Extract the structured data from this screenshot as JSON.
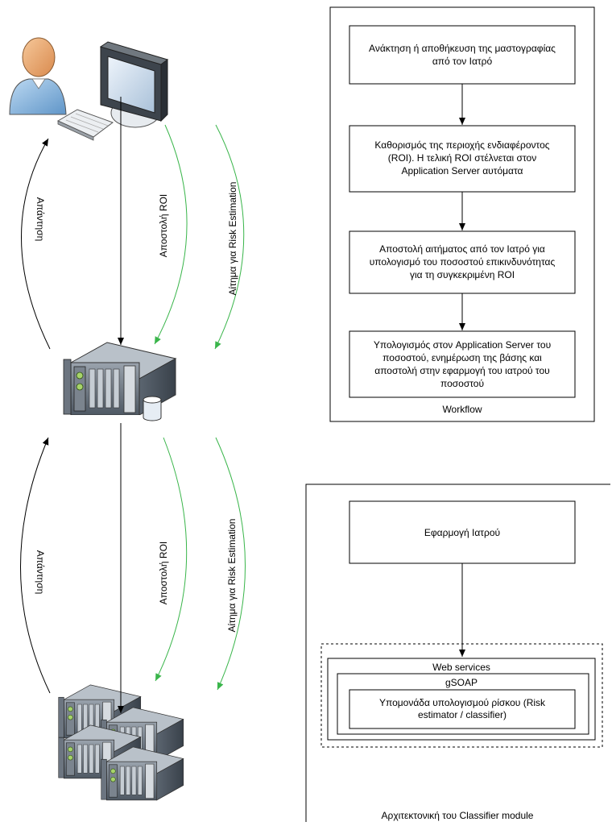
{
  "left_flow": {
    "top_arrows": {
      "response_label": "Απάντηση",
      "send_roi_label": "Αποστολή ROI",
      "risk_request_label": "Αίτημα για Risk Estimation"
    },
    "bottom_arrows": {
      "response_label": "Απάντηση",
      "send_roi_label": "Αποστολή ROI",
      "risk_request_label": "Αίτημα για Risk Estimation"
    },
    "colors": {
      "request": "#39b54a",
      "response": "#000000"
    }
  },
  "workflow": {
    "caption": "Workflow",
    "steps": [
      {
        "lines": [
          "Ανάκτηση ή αποθήκευση της μαστογραφίας",
          "από τον Ιατρό"
        ]
      },
      {
        "lines": [
          "Καθορισμός της περιοχής ενδιαφέροντος",
          "(ROI). Η τελική ROI στέλνεται στον",
          "Application Server αυτόματα"
        ]
      },
      {
        "lines": [
          "Αποστολή αιτήματος από τον Ιατρό για",
          "υπολογισμό του ποσοστού επικινδυνότητας",
          "για τη συγκεκριμένη ROI"
        ]
      },
      {
        "lines": [
          "Υπολογισμός στον Application Server του",
          "ποσοστού, ενημέρωση της βάσης και",
          "αποστολή στην εφαρμογή του ιατρού του",
          "ποσοστού"
        ]
      }
    ]
  },
  "architecture": {
    "caption": "Αρχιτεκτονική του Classifier module",
    "app_box": "Εφαρμογή Ιατρού",
    "web_services": "Web services",
    "gsoap": "gSOAP",
    "estimator_lines": [
      "Υπομονάδα υπολογισμού ρίσκου (Risk",
      "estimator / classifier)"
    ]
  }
}
